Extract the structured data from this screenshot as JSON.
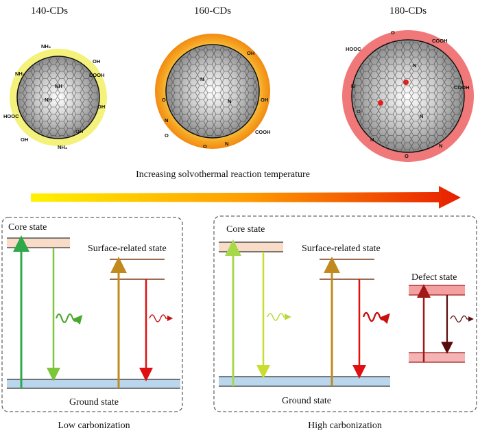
{
  "top": {
    "cd_140": "140-CDs",
    "cd_160": "160-CDs",
    "cd_180": "180-CDs",
    "arrow_caption": "Increasing solvothermal reaction temperature"
  },
  "groups": {
    "oh": "OH",
    "cooh": "COOH",
    "hooc": "HOOC",
    "o": "O",
    "n": "N",
    "nh2": "NH₂",
    "nh": "NH"
  },
  "low_panel": {
    "core": "Core state",
    "surface": "Surface-related state",
    "ground": "Ground state",
    "caption": "Low carbonization"
  },
  "high_panel": {
    "core": "Core state",
    "surface": "Surface-related state",
    "defect": "Defect state",
    "ground": "Ground state",
    "caption": "High carbonization"
  },
  "colors": {
    "shell_140": "#f4f27a",
    "shell_160": "#f5a623",
    "shell_180": "#f07878",
    "ground_band": "#b9d6ec",
    "core_band": "#f8dcc8",
    "defect_band": "#f4a0a0",
    "core_arrow_low": "#2ea84a",
    "core_arrow_high": "#a6d84a",
    "surface_arrow": "#c08a1e",
    "emission_red": "#e01010",
    "defect_arrow": "#a01818",
    "defect_emission": "#5a0a0a"
  }
}
